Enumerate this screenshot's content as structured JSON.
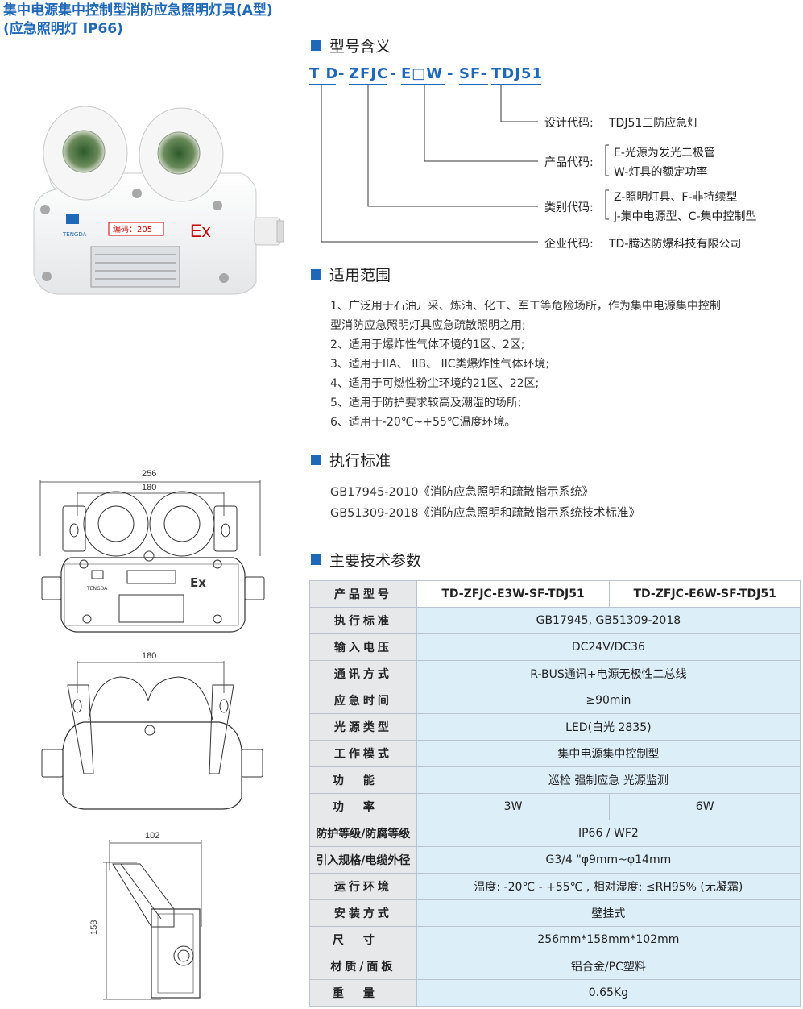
{
  "title": {
    "line1": "集中电源集中控制型消防应急照明灯具(A型)",
    "line2": "(应急照明灯 IP66)"
  },
  "sections": {
    "model": "型号含义",
    "scope": "适用范围",
    "standard": "执行标准",
    "params": "主要技术参数"
  },
  "model_code": {
    "td": "T D",
    "dash1": "-",
    "zfjc": "ZFJC",
    "dash2": "-",
    "ew": "E□W",
    "dash3": "-",
    "sf": "SF-",
    "tdj": "TDJ51"
  },
  "model_desc": {
    "design_label": "设计代码:",
    "design_value": "TDJ51三防应急灯",
    "product_label": "产品代码:",
    "product_value1": "E-光源为发光二极管",
    "product_value2": "W-灯具的额定功率",
    "category_label": "类别代码:",
    "category_value1": "Z-照明灯具、F-非持续型",
    "category_value2": "J-集中电源型、C-集中控制型",
    "company_label": "企业代码:",
    "company_value": "TD-腾达防爆科技有限公司"
  },
  "scope_items": [
    "1、广泛用于石油开采、炼油、化工、军工等危险场所，作为集中电源集中控制",
    "型消防应急照明灯具应急疏散照明之用;",
    "2、适用于爆炸性气体环境的1区、2区;",
    "3、适用于IIA、 IIB、 IIC类爆炸性气体环境;",
    "4、适用于可燃性粉尘环境的21区、22区;",
    "5、适用于防护要求较高及潮湿的场所;",
    "6、适用于-20℃~+55℃温度环境。"
  ],
  "standards": [
    "GB17945-2010《消防应急照明和疏散指示系统》",
    "GB51309-2018《消防应急照明和疏散指示系统技术标准》"
  ],
  "table": {
    "header_label": "产品型号",
    "model_a": "TD-ZFJC-E3W-SF-TDJ51",
    "model_b": "TD-ZFJC-E6W-SF-TDJ51",
    "rows": {
      "standard": {
        "label": "执行标准",
        "value": "GB17945, GB51309-2018"
      },
      "voltage": {
        "label": "输入电压",
        "value": "DC24V/DC36"
      },
      "comm": {
        "label": "通讯方式",
        "value": "R-BUS通讯+电源无极性二总线"
      },
      "time": {
        "label": "应急时间",
        "value": "≥90min"
      },
      "light": {
        "label": "光源类型",
        "value": "LED(白光 2835)"
      },
      "mode": {
        "label": "工作模式",
        "value": "集中电源集中控制型"
      },
      "function": {
        "label": "功能",
        "value": "巡检 强制应急 光源监测"
      },
      "power": {
        "label": "功率",
        "value_a": "3W",
        "value_b": "6W"
      },
      "protection": {
        "label": "防护等级/防腐等级",
        "value": "IP66 / WF2"
      },
      "entry": {
        "label": "引入规格/电缆外径",
        "value": "G3/4 \"φ9mm~φ14mm"
      },
      "env": {
        "label": "运行环境",
        "value": "温度: -20℃ - +55℃ , 相对湿度: ≤RH95% (无凝霜)"
      },
      "install": {
        "label": "安装方式",
        "value": "壁挂式"
      },
      "size": {
        "label": "尺寸",
        "value": "256mm*158mm*102mm"
      },
      "material": {
        "label": "材质/面板",
        "value": "铝合金/PC塑料"
      },
      "weight": {
        "label": "重量",
        "value": "0.65Kg"
      }
    }
  },
  "photo": {
    "code_label": "编码：205",
    "ex_mark": "Ex",
    "brand": "TENGDA"
  },
  "drawing": {
    "dim_256": "256",
    "dim_180_top": "180",
    "dim_180_bottom": "180",
    "dim_102": "102",
    "dim_158": "158",
    "ex_mark": "Ex",
    "brand": "TENGDA"
  },
  "colors": {
    "accent": "#1f68b7",
    "table_label_bg": "#e6e8ea",
    "table_value_bg": "#dceef8"
  }
}
